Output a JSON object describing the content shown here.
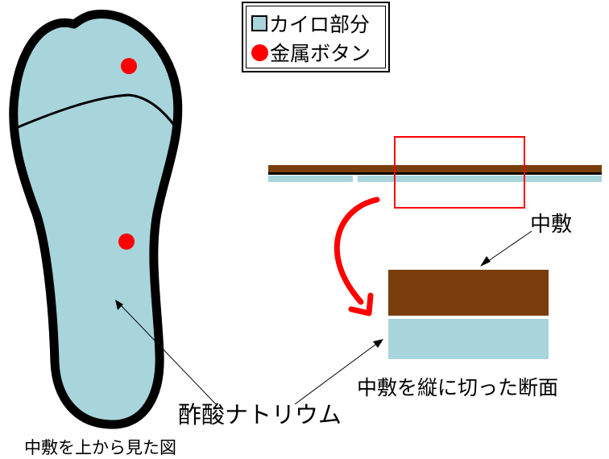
{
  "legend": {
    "warmer_label": "カイロ部分",
    "button_label": "金属ボタン"
  },
  "labels": {
    "midsole": "中敷",
    "cross_section": "中敷を縦に切った断面",
    "sodium_acetate": "酢酸ナトリウム",
    "top_view": "中敷を上から見た図"
  },
  "colors": {
    "warmer": "#a8d4dc",
    "button": "#ff0000",
    "midsole": "#7a3e0c",
    "outline": "#000000",
    "highlight_box": "#ff0000",
    "arrow": "#ff0000"
  }
}
